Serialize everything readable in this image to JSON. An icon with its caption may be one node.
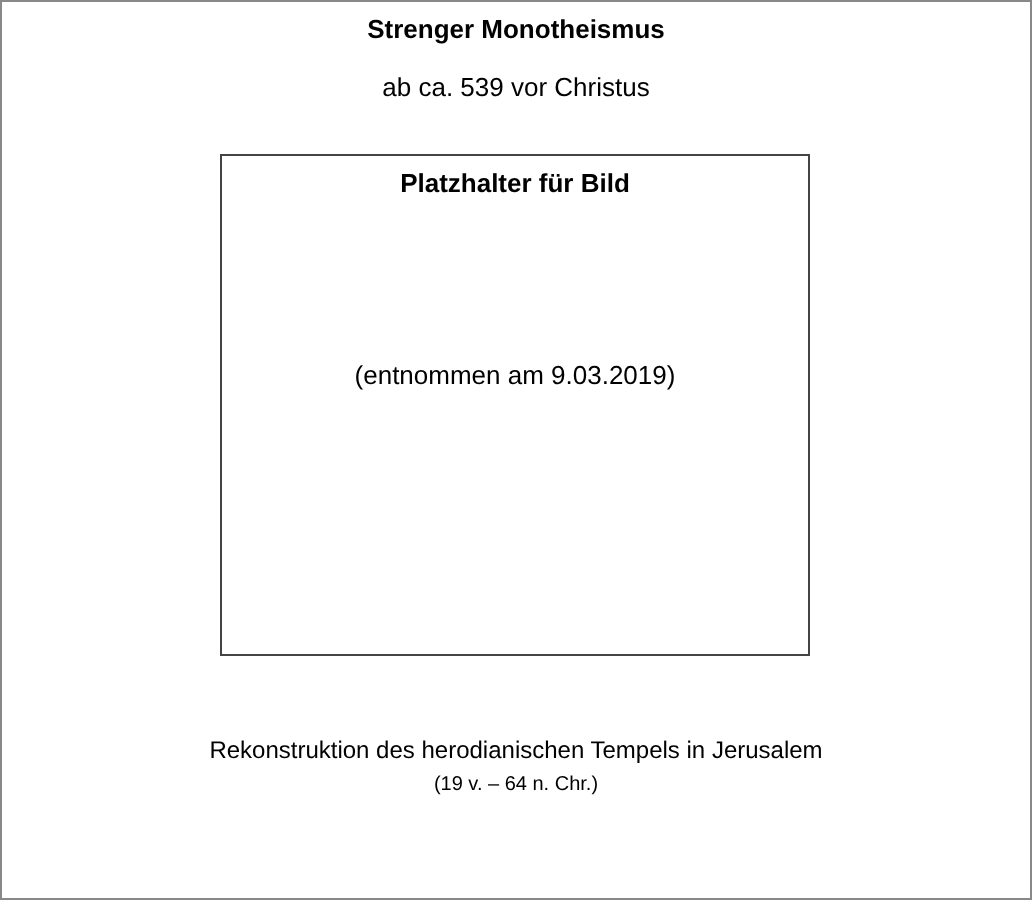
{
  "diagram": {
    "title": "Strenger Monotheismus",
    "caption": "Rekonstruktion des herodianischen Tempels in Jerusalem",
    "nodes": [
      {
        "text": [
          "Platzhalter für Bild",
          "(entnommen am 9.03.2019)"
        ]
      }
    ],
    "labels": [
      "ab ca. 539 vor Christus",
      "(19 v. – 64 n. Chr.)"
    ]
  }
}
